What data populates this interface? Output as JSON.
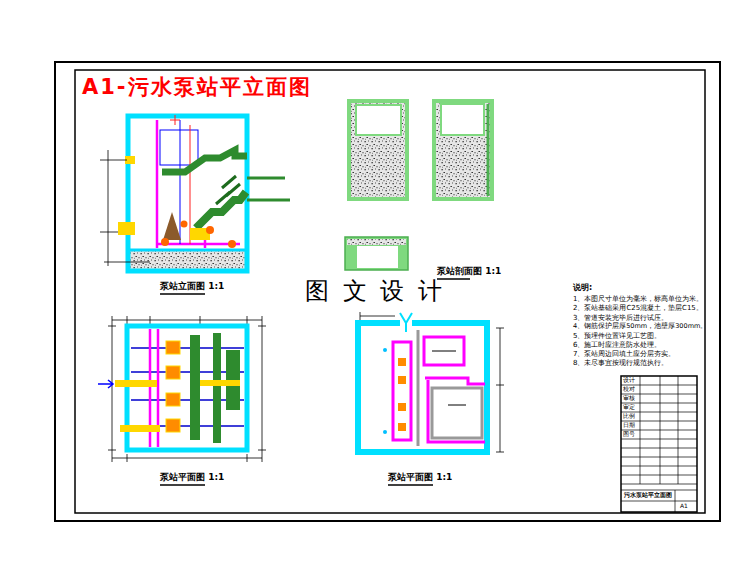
{
  "diagram": {
    "title": "A1-污水泵站平立面图",
    "labels": [
      "图 文 设 计",
      "泵站立面图 1:1",
      "泵站剖面图 1:1",
      "泵站平面图 1:1",
      "泵站平面图 1:1",
      "说明:",
      "1、本图尺寸单位为毫米，标高单位为米。",
      "2、泵站基础采用C25混凝土，垫层C15。",
      "3、管道安装完毕后进行试压。",
      "4、钢筋保护层厚50mm，池壁厚300mm。",
      "5、预埋件位置详见工艺图。",
      "6、施工时应注意防水处理。",
      "7、泵站周边回填土应分层夯实。",
      "8、未尽事宜按现行规范执行。",
      "设计",
      "校对",
      "审核",
      "审定",
      "比例",
      "日期",
      "图号",
      "污水泵站平立面图",
      "A1"
    ]
  }
}
